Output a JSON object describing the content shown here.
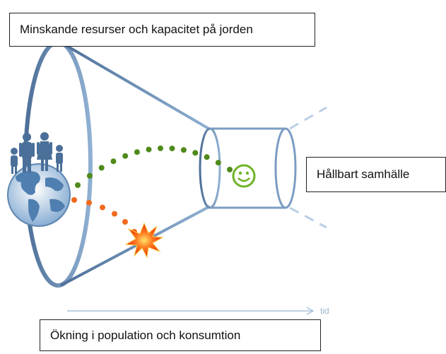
{
  "labels": {
    "top": "Minskande resurser och kapacitet på jorden",
    "right": "Hållbart samhälle",
    "bottom": "Ökning i population och konsumtion",
    "time_axis": "tid"
  },
  "colors": {
    "funnel": "#5a7fa8",
    "funnel_light": "#a9c1dc",
    "green_path": "#4f8a1b",
    "orange_path": "#f06a1e",
    "smiley": "#6fb327",
    "explosion": "#f44a14"
  },
  "icons": [
    "globe-icon",
    "people-icon",
    "smiley-icon",
    "explosion-icon",
    "arrow-icon"
  ]
}
